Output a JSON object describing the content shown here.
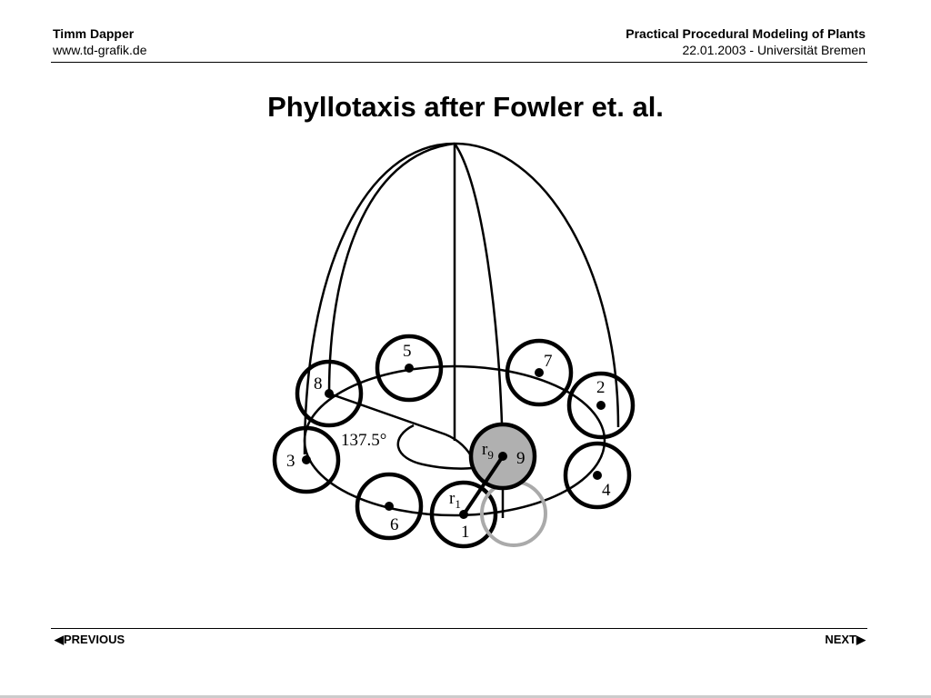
{
  "header": {
    "author": "Timm Dapper",
    "website": "www.td-grafik.de",
    "talk_title": "Practical Procedural Modeling of Plants",
    "date_place": "22.01.2003 - Universität Bremen"
  },
  "slide": {
    "title": "Phyllotaxis after Fowler et. al.",
    "diagram": {
      "angle_label": "137.5°",
      "primordia_labels": [
        "1",
        "2",
        "3",
        "4",
        "5",
        "6",
        "7",
        "8",
        "9"
      ],
      "radius_labels": {
        "r1_base": "r",
        "r1_sub": "1",
        "r9_base": "r",
        "r9_sub": "9"
      },
      "colors": {
        "stroke": "#000000",
        "highlight_fill": "#b0b0b0",
        "ghost_circle": "#aaaaaa"
      }
    }
  },
  "footer": {
    "previous_label": "PREVIOUS",
    "next_label": "NEXT"
  }
}
